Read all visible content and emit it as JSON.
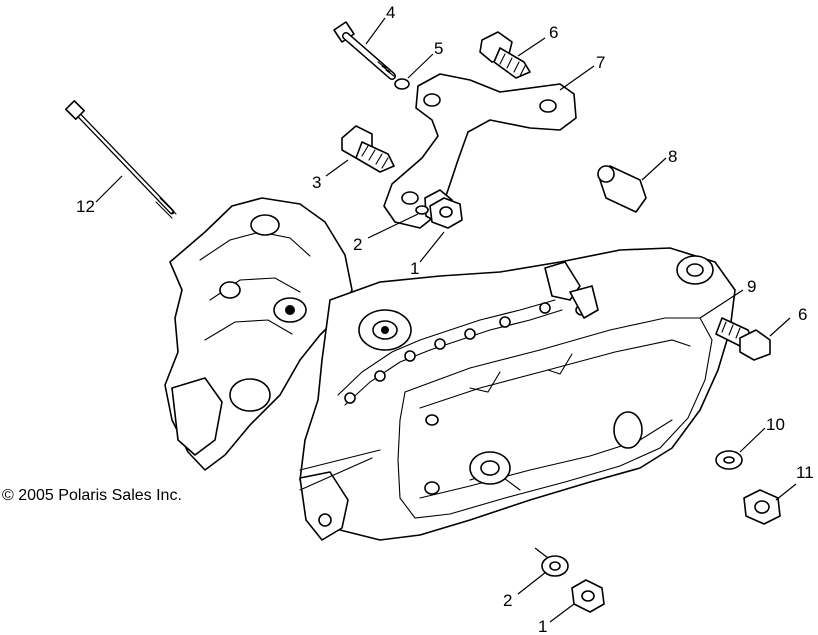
{
  "callouts": {
    "c4": "4",
    "c5": "5",
    "c6_top": "6",
    "c7": "7",
    "c8": "8",
    "c3": "3",
    "c12": "12",
    "c2_top": "2",
    "c1_top": "1",
    "c9": "9",
    "c6_right": "6",
    "c10": "10",
    "c11": "11",
    "c2_bottom": "2",
    "c1_bottom": "1"
  },
  "copyright": "© 2005 Polaris Sales Inc."
}
